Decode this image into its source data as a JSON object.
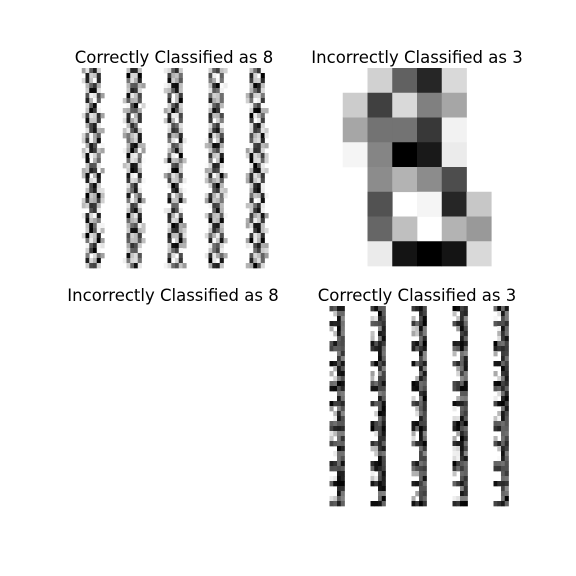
{
  "chart_data": {
    "type": "image-grid",
    "panels": [
      {
        "title": "Correctly Classified as 8",
        "digit_label": 8,
        "classification": "correct",
        "grid": "5x5 thumbnails"
      },
      {
        "title": "Incorrectly Classified as 3",
        "digit_label": 3,
        "classification": "incorrect",
        "grid": "single enlarged 8x8 image",
        "pixels": [
          [
            0,
            0,
            0.18,
            0.62,
            0.85,
            0.15,
            0,
            0
          ],
          [
            0,
            0.2,
            0.75,
            0.15,
            0.5,
            0.35,
            0,
            0
          ],
          [
            0,
            0.35,
            0.55,
            0.55,
            0.78,
            0.05,
            0,
            0
          ],
          [
            0,
            0.04,
            0.48,
            1.0,
            0.9,
            0.08,
            0,
            0
          ],
          [
            0,
            0,
            0.45,
            0.3,
            0.45,
            0.7,
            0,
            0
          ],
          [
            0,
            0,
            0.68,
            0.0,
            0.04,
            0.85,
            0.22,
            0
          ],
          [
            0,
            0,
            0.6,
            0.25,
            0.0,
            0.3,
            0.4,
            0
          ],
          [
            0,
            0,
            0.08,
            0.92,
            1.0,
            0.92,
            0.15,
            0
          ]
        ]
      },
      {
        "title": "Incorrectly Classified as 8",
        "digit_label": 8,
        "classification": "incorrect",
        "grid": "empty"
      },
      {
        "title": "Correctly Classified as 3",
        "digit_label": 3,
        "classification": "correct",
        "grid": "5x5 thumbnails"
      }
    ],
    "colormap": "gray_r",
    "axes": "off"
  }
}
